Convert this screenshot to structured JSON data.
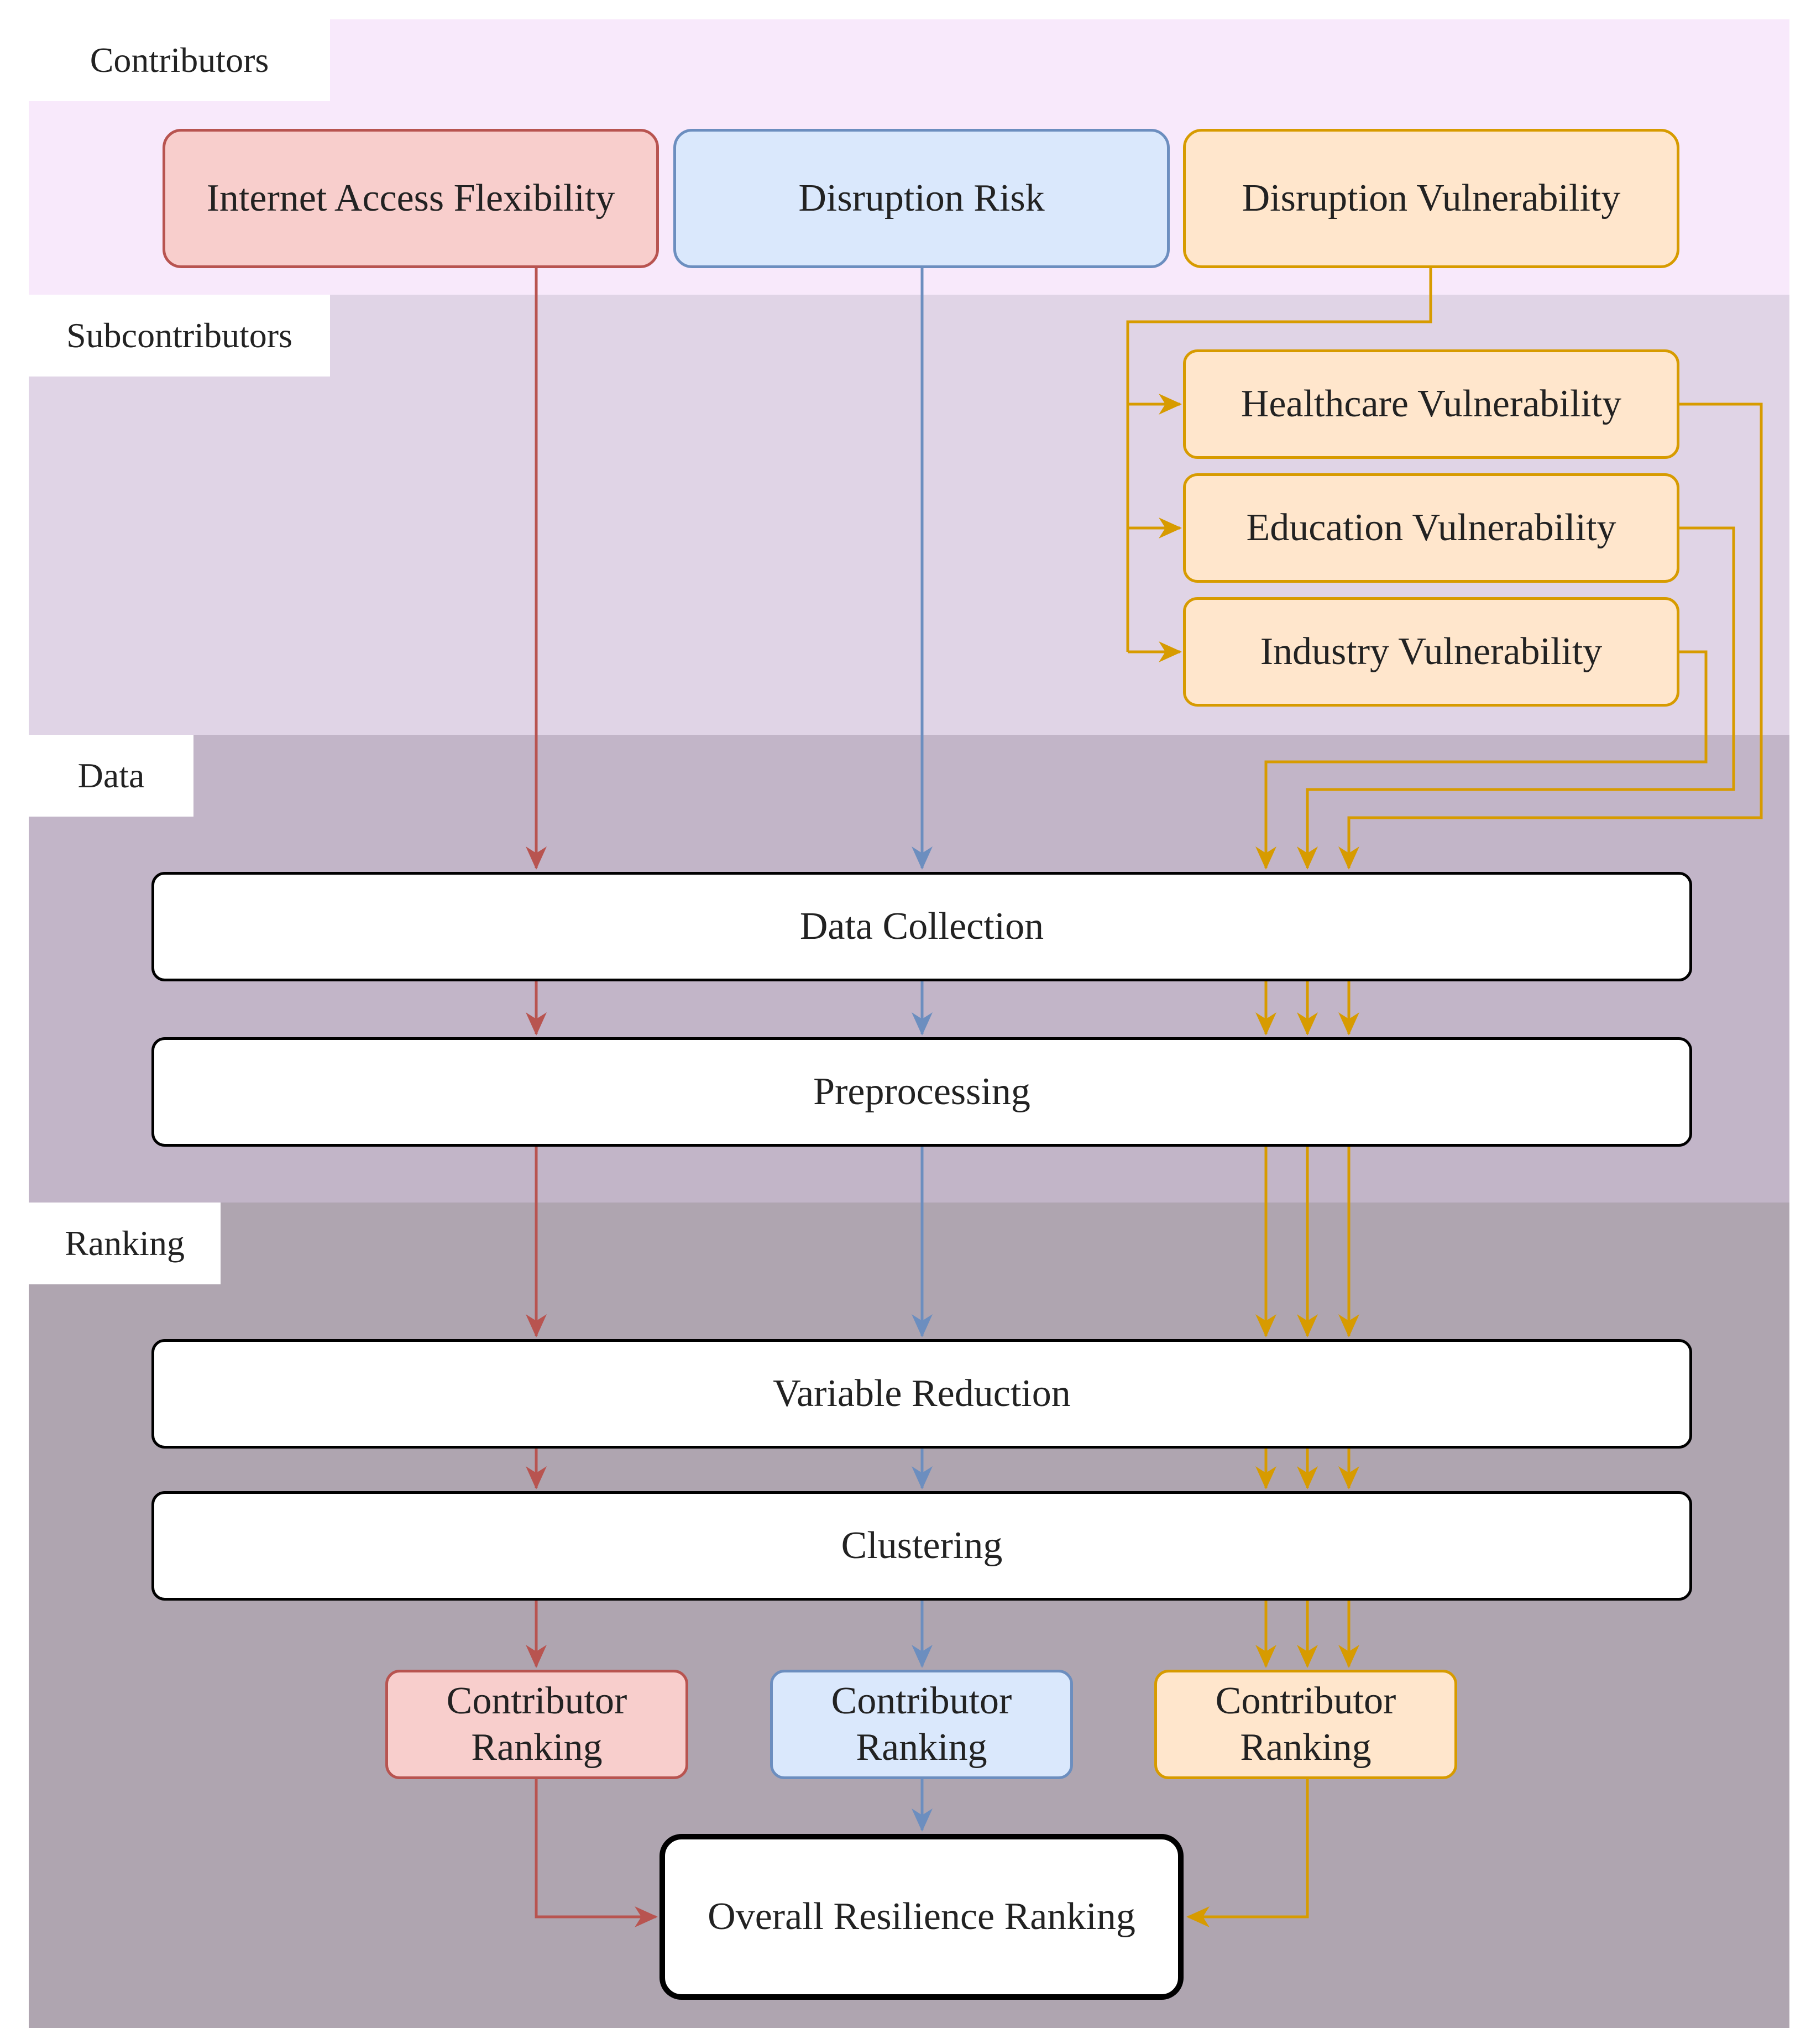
{
  "lanes": {
    "contributors": "Contributors",
    "subcontributors": "Subcontributors",
    "data": "Data",
    "ranking": "Ranking"
  },
  "contributors": {
    "internet": "Internet Access Flexibility",
    "risk": "Disruption Risk",
    "vulnerability": "Disruption Vulnerability"
  },
  "subcontributors": {
    "healthcare": "Healthcare Vulnerability",
    "education": "Education Vulnerability",
    "industry": "Industry Vulnerability"
  },
  "steps": {
    "collection": "Data Collection",
    "preprocessing": "Preprocessing",
    "reduction": "Variable Reduction",
    "clustering": "Clustering"
  },
  "rankings": {
    "red_line1": "Contributor",
    "red_line2": "Ranking",
    "blue_line1": "Contributor",
    "blue_line2": "Ranking",
    "orange_line1": "Contributor",
    "orange_line2": "Ranking",
    "overall": "Overall Resilience Ranking"
  },
  "colors": {
    "red": "#b85450",
    "blue": "#6c8ebf",
    "orange": "#d79b00"
  }
}
